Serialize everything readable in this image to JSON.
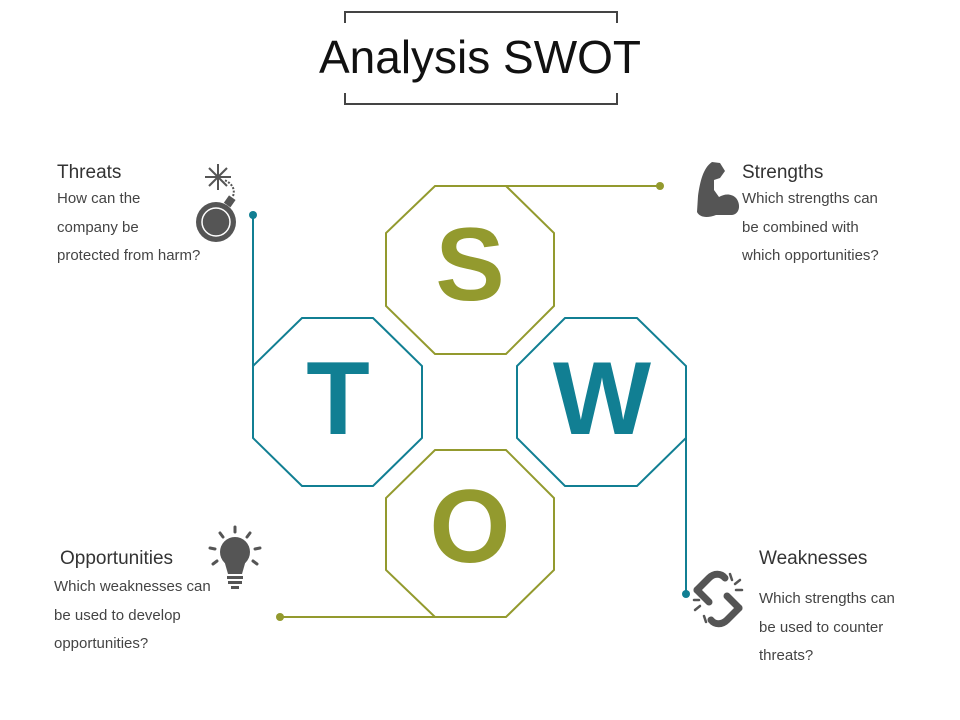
{
  "title": "Analysis SWOT",
  "colors": {
    "olive": "#939a2e",
    "teal": "#117f93",
    "icon": "#555555",
    "text": "#444444"
  },
  "letters": {
    "s": "S",
    "w": "W",
    "o": "O",
    "t": "T"
  },
  "threats": {
    "heading": "Threats",
    "lines": [
      "How can the",
      "company be",
      "protected from harm?"
    ],
    "icon": "bomb-icon"
  },
  "strengths": {
    "heading": "Strengths",
    "lines": [
      "Which strengths can",
      "be combined with",
      "which  opportunities?"
    ],
    "icon": "flexed-arm-icon"
  },
  "opportunities": {
    "heading": "Opportunities",
    "lines": [
      "Which weaknesses can",
      "be used to develop",
      "opportunities?"
    ],
    "icon": "lightbulb-icon"
  },
  "weaknesses": {
    "heading": "Weaknesses",
    "lines": [
      "Which strengths can",
      "be used to counter",
      "threats?"
    ],
    "icon": "broken-link-icon"
  }
}
